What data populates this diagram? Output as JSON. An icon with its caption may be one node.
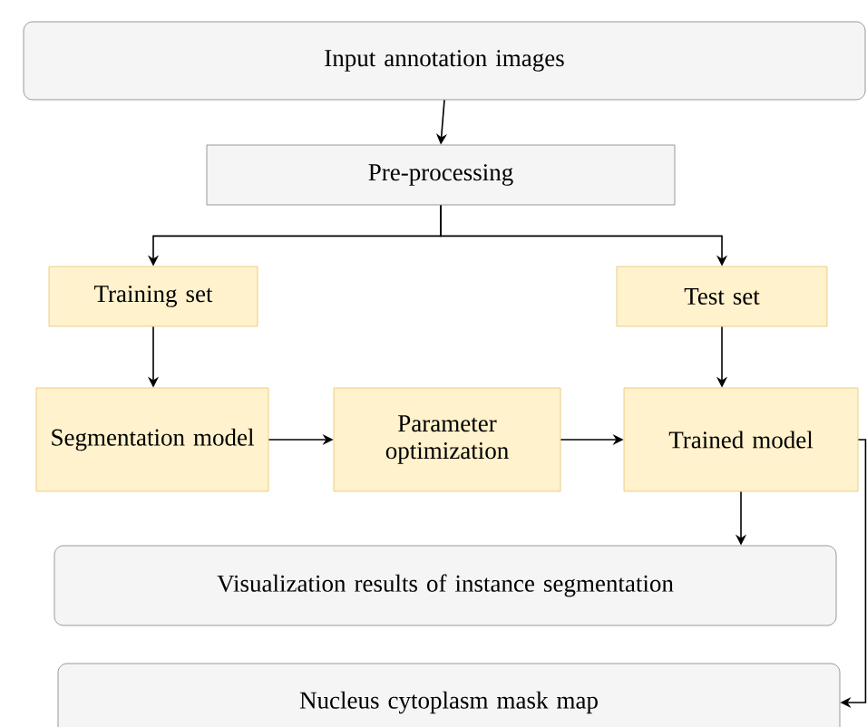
{
  "diagram": {
    "nodes": [
      {
        "text": [
          "Input annotation images"
        ]
      },
      {
        "text": [
          "Pre-processing"
        ]
      },
      {
        "text": [
          "Training set"
        ]
      },
      {
        "text": [
          "Test set"
        ]
      },
      {
        "text": [
          "Segmentation model"
        ]
      },
      {
        "text": [
          "Parameter optimization"
        ]
      },
      {
        "text": [
          "Trained model"
        ]
      },
      {
        "text": [
          "Visualization results of instance segmentation"
        ]
      },
      {
        "text": [
          "Nucleus cytoplasm mask map"
        ]
      }
    ],
    "edges": [
      {
        "from": 0,
        "to": 1,
        "arrow": "to"
      },
      {
        "from": 1,
        "to": 2,
        "arrow": "to"
      },
      {
        "from": 1,
        "to": 3,
        "arrow": "to"
      },
      {
        "from": 2,
        "to": 4,
        "arrow": "to"
      },
      {
        "from": 3,
        "to": 6,
        "arrow": "to"
      },
      {
        "from": 4,
        "to": 5,
        "arrow": "to"
      },
      {
        "from": 5,
        "to": 6,
        "arrow": "to"
      },
      {
        "from": 6,
        "to": 7,
        "arrow": "to"
      },
      {
        "from": 6,
        "to": 8,
        "arrow": "to"
      }
    ]
  }
}
